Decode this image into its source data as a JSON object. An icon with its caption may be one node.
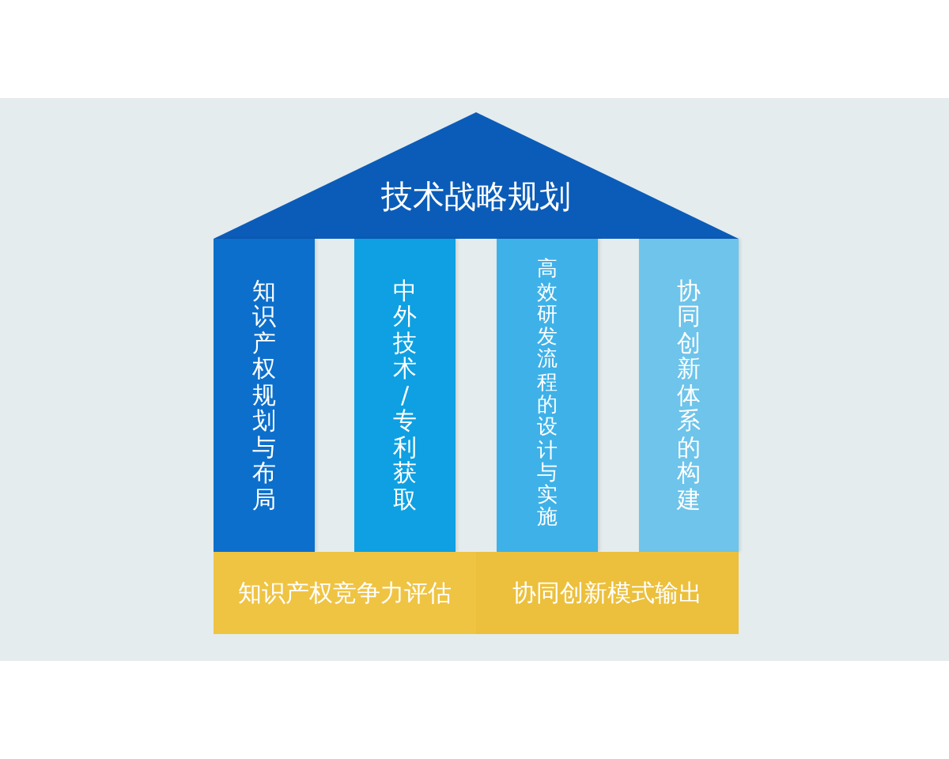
{
  "diagram": {
    "nodes": [
      {
        "text": [
          "技术战略规划"
        ]
      },
      {
        "text": [
          "知识产权规划与布局"
        ]
      },
      {
        "text": [
          "中外技术/专利获取"
        ]
      },
      {
        "text": [
          "高效研发流程的设计与实施"
        ]
      },
      {
        "text": [
          "协同创新体系的构建"
        ]
      },
      {
        "text": [
          "知识产权竞争力评估"
        ]
      },
      {
        "text": [
          "协同创新模式输出"
        ]
      }
    ]
  }
}
